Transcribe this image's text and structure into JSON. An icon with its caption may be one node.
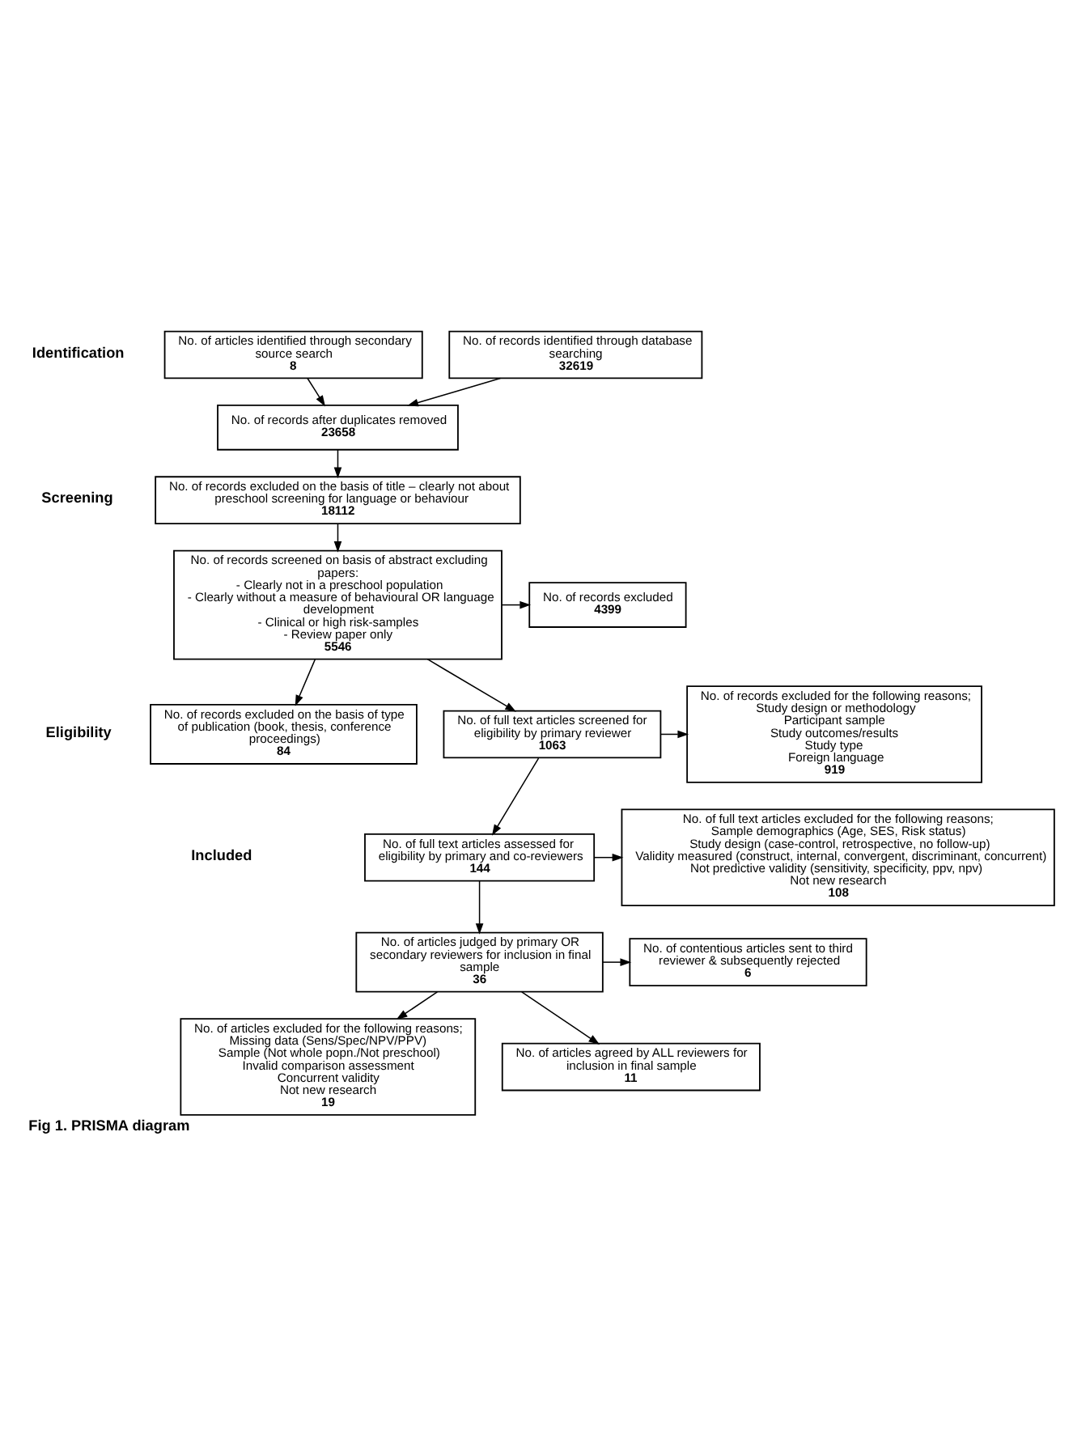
{
  "diagram": {
    "caption": "Fig 1. PRISMA diagram",
    "nodes": [
      {
        "text": [
          "No. of records identified through database searching",
          "32619"
        ]
      },
      {
        "text": [
          "No. of articles identified through secondary source search",
          "8"
        ]
      },
      {
        "text": [
          "No. of records after duplicates removed",
          "23658"
        ]
      },
      {
        "text": [
          "No. of records excluded on the basis of title – clearly not about preschool screening for language or behaviour",
          "18112"
        ]
      },
      {
        "text": [
          "No. of records screened on basis of abstract excluding papers:",
          "- Clearly not in a preschool population",
          "- Clearly without a measure of behavioural OR language development",
          "- Clinical or high risk-samples",
          "- Review paper only",
          "5546"
        ]
      },
      {
        "text": [
          "No. of records excluded",
          "4399"
        ]
      },
      {
        "text": [
          "No. of records excluded on the basis of type of publication (book, thesis, conference proceedings)",
          "84"
        ]
      },
      {
        "text": [
          "No. of full text articles screened for eligibility by primary reviewer",
          "1063"
        ]
      },
      {
        "text": [
          "No. of records excluded for the following reasons;",
          "Study design or methodology",
          "Participant sample",
          "Study outcomes/results",
          "Study type",
          "Foreign language",
          "919"
        ]
      },
      {
        "text": [
          "No. of full text articles assessed for eligibility by primary and co-reviewers",
          "144"
        ]
      },
      {
        "text": [
          "No. of full text articles excluded for the following reasons;",
          "Sample demographics (Age, SES, Risk status)",
          "Study design (case-control, retrospective, no follow-up)",
          "Validity measured (construct, internal, convergent, discriminant, concurrent)",
          "Not predictive validity (sensitivity, specificity, ppv, npv)",
          "Not new research",
          "108"
        ]
      },
      {
        "text": [
          "No. of articles judged by primary OR secondary reviewers for inclusion in final sample",
          "36"
        ]
      },
      {
        "text": [
          "No. of contentious articles sent to third reviewer & subsequently rejected",
          "6"
        ]
      },
      {
        "text": [
          "No. of articles excluded for the following reasons;",
          "Missing data (Sens/Spec/NPV/PPV)",
          "Sample (Not whole popn./Not preschool)",
          "Invalid comparison assessment",
          "Concurrent validity",
          "Not new research",
          "19"
        ]
      },
      {
        "text": [
          "No. of articles agreed by ALL reviewers for inclusion in final sample",
          "11"
        ]
      }
    ],
    "edges": [
      {
        "from": 0,
        "to": 2,
        "arrow": "to"
      },
      {
        "from": 1,
        "to": 2,
        "arrow": "to"
      },
      {
        "from": 2,
        "to": 3,
        "arrow": "to"
      },
      {
        "from": 3,
        "to": 4,
        "arrow": "to"
      },
      {
        "from": 4,
        "to": 5,
        "arrow": "to"
      },
      {
        "from": 4,
        "to": 6,
        "arrow": "to"
      },
      {
        "from": 4,
        "to": 7,
        "arrow": "to"
      },
      {
        "from": 7,
        "to": 8,
        "arrow": "to"
      },
      {
        "from": 7,
        "to": 9,
        "arrow": "to"
      },
      {
        "from": 9,
        "to": 10,
        "arrow": "to"
      },
      {
        "from": 9,
        "to": 11,
        "arrow": "to"
      },
      {
        "from": 11,
        "to": 12,
        "arrow": "to"
      },
      {
        "from": 11,
        "to": 13,
        "arrow": "to"
      },
      {
        "from": 11,
        "to": 14,
        "arrow": "to"
      }
    ],
    "labels": [
      "Identification",
      "Screening",
      "Eligibility",
      "Included"
    ]
  }
}
